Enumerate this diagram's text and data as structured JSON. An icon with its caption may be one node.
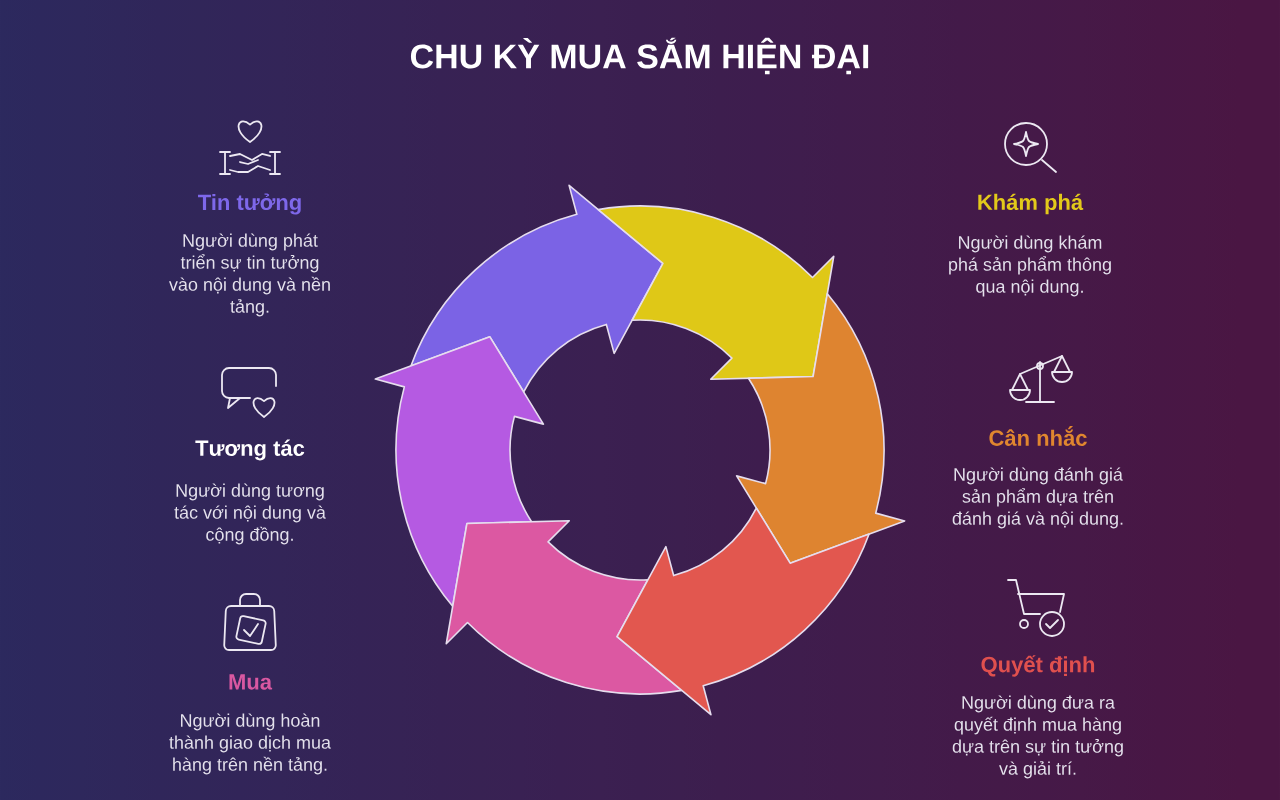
{
  "diagram": {
    "title": "CHU KỲ MUA SẮM HIỆN ĐẠI",
    "nodes": [
      {
        "text": [
          "Tin tưởng",
          "Người dùng phát triển sự tin tưởng vào nội dung và nền tảng."
        ]
      },
      {
        "text": [
          "Khám phá",
          "Người dùng khám phá sản phẩm thông qua nội dung."
        ]
      },
      {
        "text": [
          "Tương tác",
          "Người dùng tương tác với nội dung và cộng đồng."
        ]
      },
      {
        "text": [
          "Cân nhắc",
          "Người dùng đánh giá sản phẩm dựa trên đánh giá và nội dung."
        ]
      },
      {
        "text": [
          "Mua",
          "Người dùng hoàn thành giao dịch mua hàng trên nền tảng."
        ]
      },
      {
        "text": [
          "Quyết định",
          "Người dùng đưa ra quyết định mua hàng dựa trên sự tin tưởng và giải trí."
        ]
      }
    ]
  }
}
